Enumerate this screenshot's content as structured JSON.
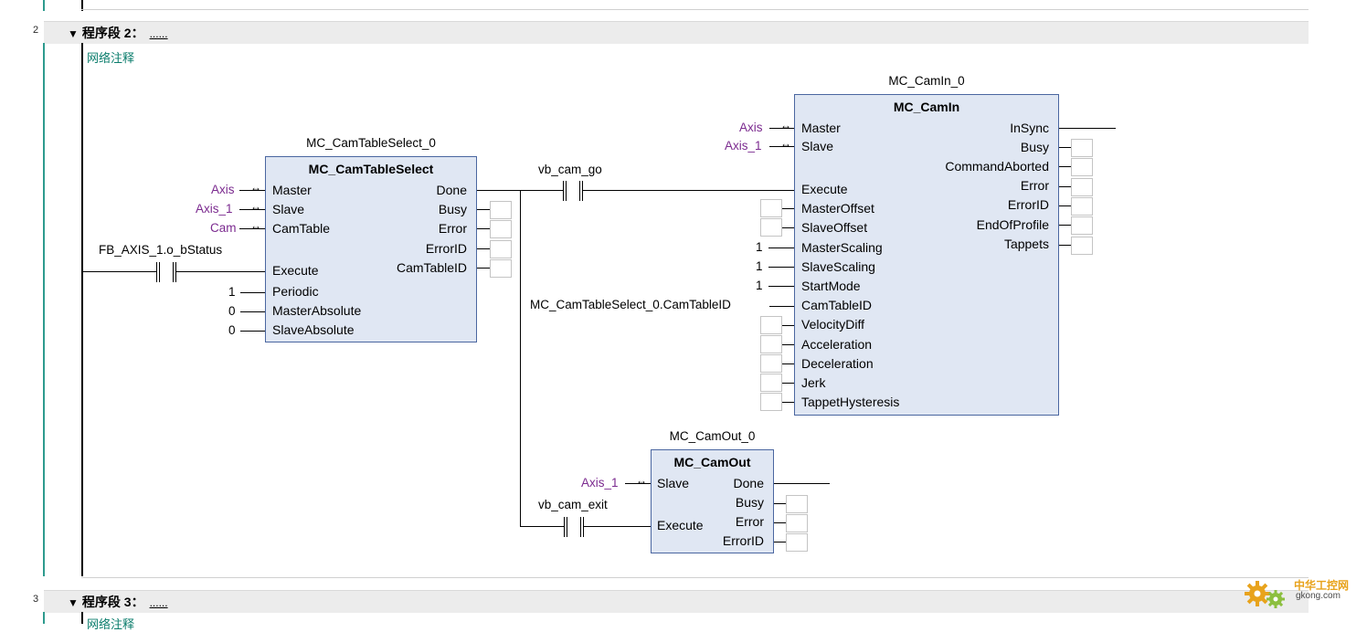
{
  "sections": [
    {
      "row": "2",
      "title": "程序段 2：",
      "dots": "......",
      "comment": "网络注释"
    },
    {
      "row": "3",
      "title": "程序段 3：",
      "dots": "......",
      "comment": "网络注释"
    }
  ],
  "fb_cam_table_select": {
    "instance": "MC_CamTableSelect_0",
    "type": "MC_CamTableSelect",
    "inputs": [
      "Master",
      "Slave",
      "CamTable",
      "Execute",
      "Periodic",
      "MasterAbsolute",
      "SlaveAbsolute"
    ],
    "outputs": [
      "Done",
      "Busy",
      "Error",
      "ErrorID",
      "CamTableID"
    ],
    "in_vars": {
      "master": "Axis",
      "slave": "Axis_1",
      "camtable": "Cam",
      "periodic": "1",
      "master_abs": "0",
      "slave_abs": "0"
    },
    "exec_contact": "FB_AXIS_1.o_bStatus"
  },
  "fb_cam_in": {
    "instance": "MC_CamIn_0",
    "type": "MC_CamIn",
    "inputs": [
      "Master",
      "Slave",
      "Execute",
      "MasterOffset",
      "SlaveOffset",
      "MasterScaling",
      "SlaveScaling",
      "StartMode",
      "CamTableID",
      "VelocityDiff",
      "Acceleration",
      "Deceleration",
      "Jerk",
      "TappetHysteresis"
    ],
    "outputs": [
      "InSync",
      "Busy",
      "CommandAborted",
      "Error",
      "ErrorID",
      "EndOfProfile",
      "Tappets"
    ],
    "in_vars": {
      "master": "Axis",
      "slave": "Axis_1",
      "master_scaling": "1",
      "slave_scaling": "1",
      "start_mode": "1",
      "cam_table_id": "MC_CamTableSelect_0.CamTableID"
    },
    "exec_contact": "vb_cam_go"
  },
  "fb_cam_out": {
    "instance": "MC_CamOut_0",
    "type": "MC_CamOut",
    "inputs": [
      "Slave",
      "Execute"
    ],
    "outputs": [
      "Done",
      "Busy",
      "Error",
      "ErrorID"
    ],
    "in_vars": {
      "slave": "Axis_1"
    },
    "exec_contact": "vb_cam_exit"
  },
  "watermark": {
    "line1": "中华工控网",
    "line2": "gkong.com"
  },
  "colors": {
    "fb_fill": "#e0e7f3",
    "fb_border": "#4a66a0",
    "var_purple": "#7b2a8f",
    "comment_teal": "#0b7d6c"
  }
}
